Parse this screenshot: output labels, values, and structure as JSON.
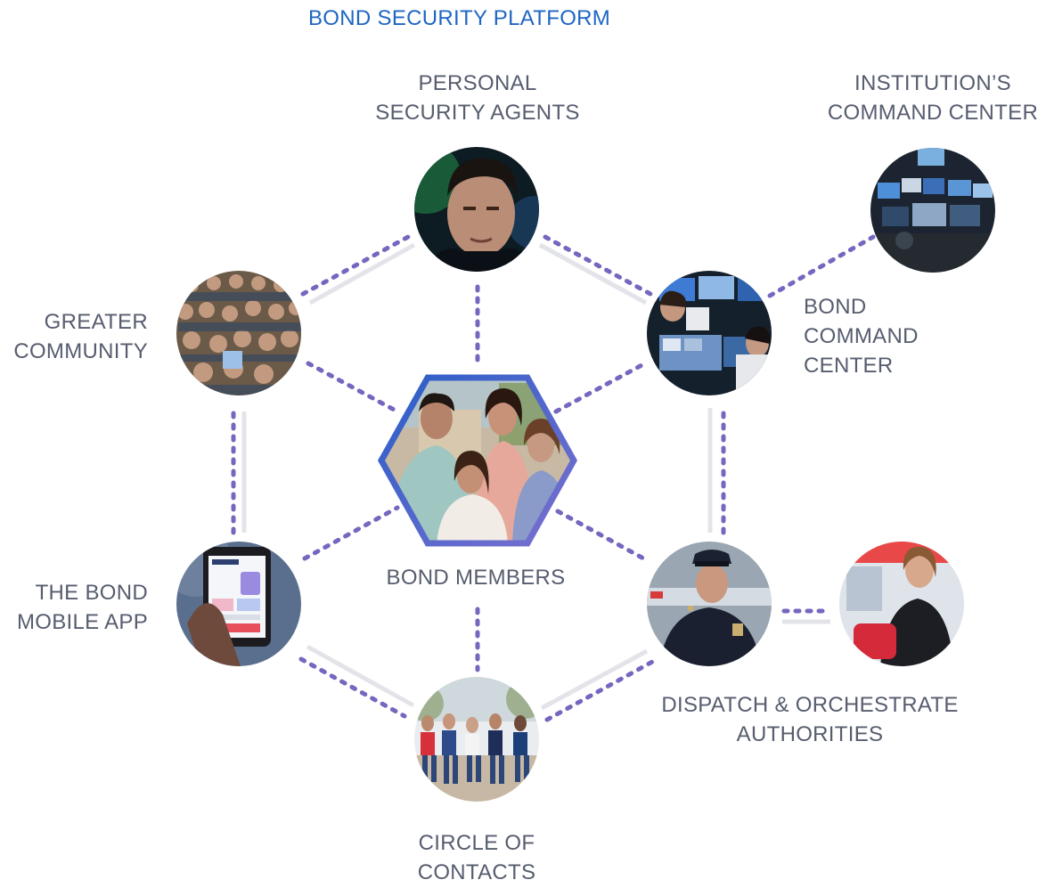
{
  "title": "BOND SECURITY PLATFORM",
  "nodes": {
    "personal_agents": {
      "label": "PERSONAL\nSECURITY AGENTS"
    },
    "institution_command": {
      "label": "INSTITUTION’S\nCOMMAND CENTER"
    },
    "greater_community": {
      "label": "GREATER\nCOMMUNITY"
    },
    "bond_command": {
      "label": "BOND\nCOMMAND\nCENTER"
    },
    "bond_members": {
      "label": "BOND MEMBERS"
    },
    "mobile_app": {
      "label": "THE BOND\nMOBILE APP"
    },
    "dispatch": {
      "label": "DISPATCH & ORCHESTRATE\nAUTHORITIES"
    },
    "circle_contacts": {
      "label": "CIRCLE OF\nCONTACTS"
    }
  },
  "colors": {
    "title": "#1f66c2",
    "label": "#565d6e",
    "dotted_link": "#7566bf",
    "solid_link": "#e3e4ea",
    "hex_border_start": "#2a5fc8",
    "hex_border_end": "#7a6fd0"
  }
}
